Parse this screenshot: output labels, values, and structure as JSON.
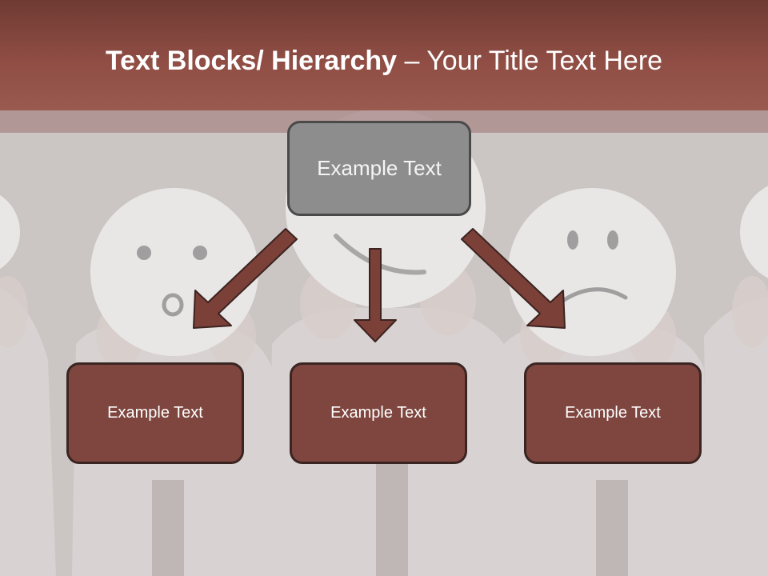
{
  "slide": {
    "title_bold": "Text Blocks/ Hierarchy",
    "title_rest": " – Your Title Text Here",
    "top_box": "Example Text",
    "child_boxes": [
      "Example Text",
      "Example Text",
      "Example Text"
    ]
  },
  "colors": {
    "title_bar": "#8f4d44",
    "top_box_fill": "#8d8d8d",
    "child_box_fill": "#7e463f",
    "arrow_fill": "#7b4038"
  }
}
